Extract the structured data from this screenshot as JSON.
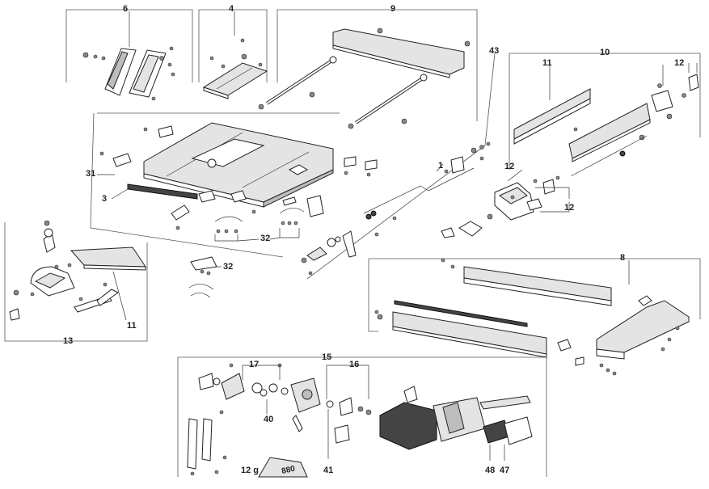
{
  "diagram": {
    "callouts": {
      "c6": "6",
      "c4": "4",
      "c9": "9",
      "c43": "43",
      "c10": "10",
      "c11_top": "11",
      "c12_top": "12",
      "c31": "31",
      "c1": "1",
      "c12_right": "12",
      "c3": "3",
      "c32_upper": "32",
      "c32_lower": "32",
      "c8": "8",
      "c11_left": "11",
      "c13": "13",
      "c15": "15",
      "c17": "17",
      "c16": "16",
      "c40": "40",
      "c41": "41",
      "c48": "48",
      "c47": "47",
      "c12g": "12 g"
    },
    "tube_label": "880"
  }
}
